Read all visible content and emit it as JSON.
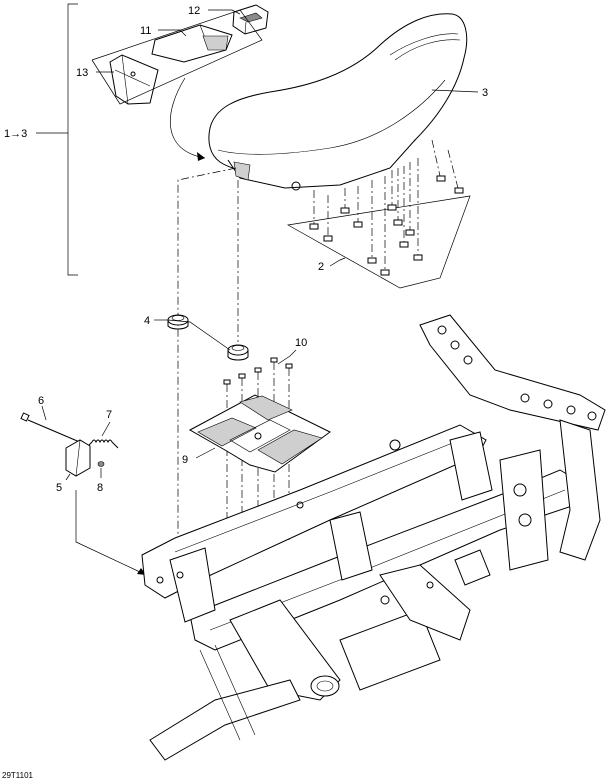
{
  "callouts": {
    "c1": "1→3",
    "c2": "2",
    "c3": "3",
    "c4": "4",
    "c5": "5",
    "c6": "6",
    "c7": "7",
    "c8": "8",
    "c9": "9",
    "c10": "10",
    "c11": "11",
    "c12": "12",
    "c13": "13"
  },
  "figure_id": "29T1101",
  "colors": {
    "line": "#000000",
    "background": "#ffffff"
  }
}
